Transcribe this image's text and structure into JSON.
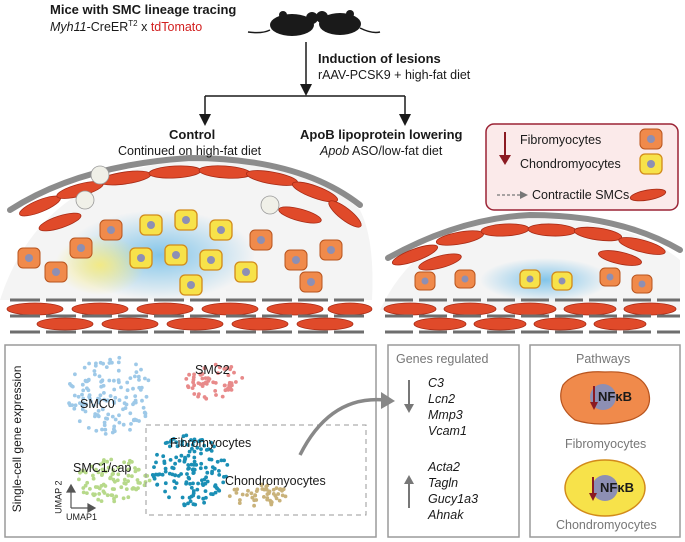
{
  "header": {
    "title": "Mice with SMC lineage tracing",
    "strain_gene": "Myh11",
    "strain_mid": "-CreER",
    "strain_sup": "T2",
    "strain_x": " x ",
    "strain_reporter": "tdTomato"
  },
  "induction": {
    "title": "Induction of lesions",
    "detail": "rAAV-PCSK9 + high-fat diet"
  },
  "arms": {
    "control_title": "Control",
    "control_detail": "Continued on high-fat diet",
    "treat_title": "ApoB lipoprotein lowering",
    "treat_detail_gene": "Apob",
    "treat_detail_rest": " ASO/low-fat diet"
  },
  "legend": {
    "fibromyocytes": "Fibromyocytes",
    "chondromyocytes": "Chondromyocytes",
    "contractile": "Contractile SMCs"
  },
  "umap": {
    "y_title": "Single-cell gene expression",
    "clusters": {
      "smc0": "SMC0",
      "smc2": "SMC2",
      "smc1cap": "SMC1/cap",
      "fibro": "Fibromyocytes",
      "chondro": "Chondromyocytes"
    },
    "axis_x": "UMAP1",
    "axis_y": "UMAP 2"
  },
  "genes": {
    "title": "Genes regulated",
    "down": [
      "C3",
      "Lcn2",
      "Mmp3",
      "Vcam1"
    ],
    "up": [
      "Acta2",
      "Tagln",
      "Gucy1a3",
      "Ahnak"
    ]
  },
  "pathways": {
    "title": "Pathways",
    "nfkb_1": "NFκB",
    "fibro_label": "Fibromyocytes",
    "nfkb_2": "NFκB",
    "chondro_label": "Chondromyocytes"
  },
  "colors": {
    "smc_red": "#e04a2a",
    "fibro_orange": "#f08a4b",
    "chondro_yellow": "#f7e24a",
    "legend_border": "#9b2335",
    "dark_red_arrow": "#8b1a22",
    "smc0_blue": "#9ec9e8",
    "smc2_pink": "#e88a8a",
    "smc1_green": "#b7d98a",
    "fibro_teal": "#1a8fb5",
    "chondro_tan": "#c9b27a"
  }
}
